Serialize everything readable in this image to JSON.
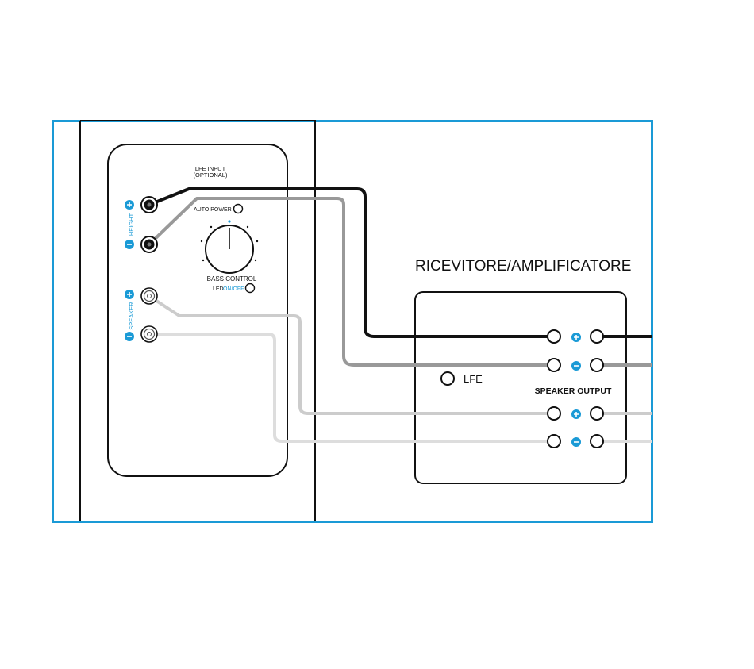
{
  "colors": {
    "frame": "#1a9ad6",
    "accent": "#1a9ad6",
    "wire_black": "#111111",
    "wire_dark_gray": "#999999",
    "wire_light_gray": "#cccccc",
    "wire_lighter_gray": "#dddddd",
    "outline": "#111111"
  },
  "subwoofer_panel": {
    "lfe_input_line1": "LFE INPUT",
    "lfe_input_line2": "(OPTIONAL)",
    "height_label": "HEIGHT",
    "speaker_label": "SPEAKER",
    "plus_symbol": "+",
    "minus_symbol": "–",
    "auto_power": "AUTO POWER",
    "bass_control": "BASS CONTROL",
    "led_prefix": "LED",
    "led_on_off": "ON/OFF"
  },
  "receiver": {
    "title": "RICEVITORE/AMPLIFICATORE",
    "lfe": "LFE",
    "speaker_output": "SPEAKER OUTPUT",
    "plus_symbol": "+",
    "minus_symbol": "–"
  }
}
